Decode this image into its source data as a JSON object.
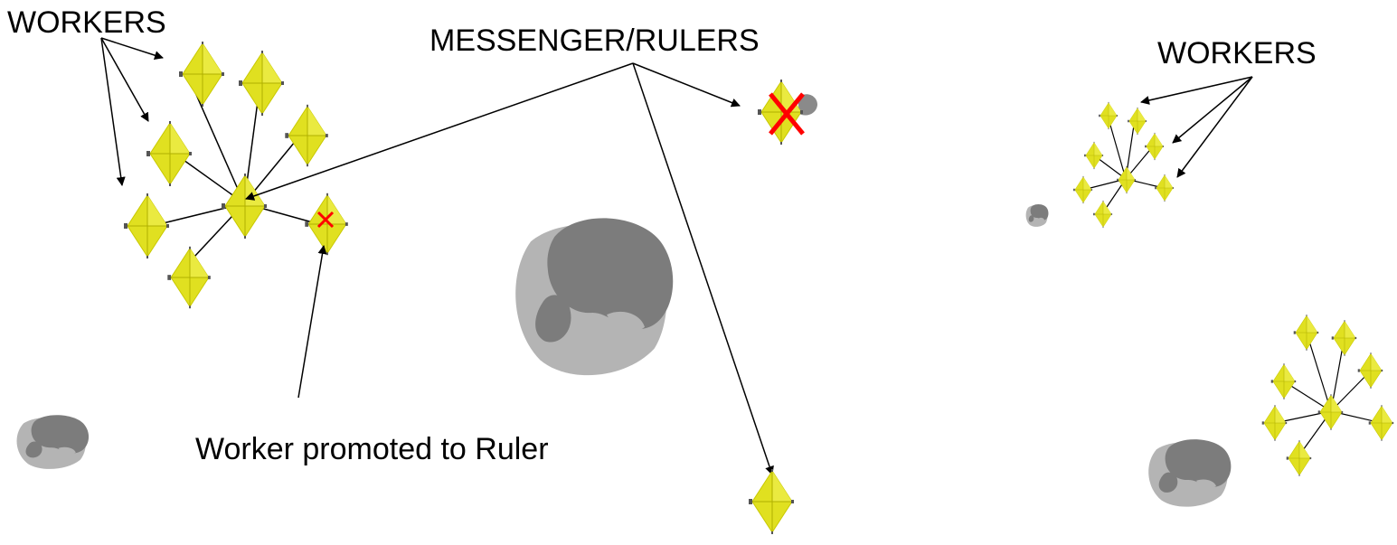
{
  "labels": {
    "workers_left": "WORKERS",
    "messenger_rulers": "MESSENGER/RULERS",
    "workers_right": "WORKERS",
    "promoted": "Worker promoted to Ruler"
  },
  "colors": {
    "craft": "#e0e020",
    "craft_edge": "#b8b800",
    "asteroid_light": "#b4b4b4",
    "asteroid_dark": "#7c7c7c",
    "cross": "#ff0000",
    "line": "#000000"
  },
  "icons": {
    "craft": "yellow-diamond-spacecraft-icon",
    "asteroid": "asteroid-icon",
    "cross": "red-x-mark-icon"
  }
}
